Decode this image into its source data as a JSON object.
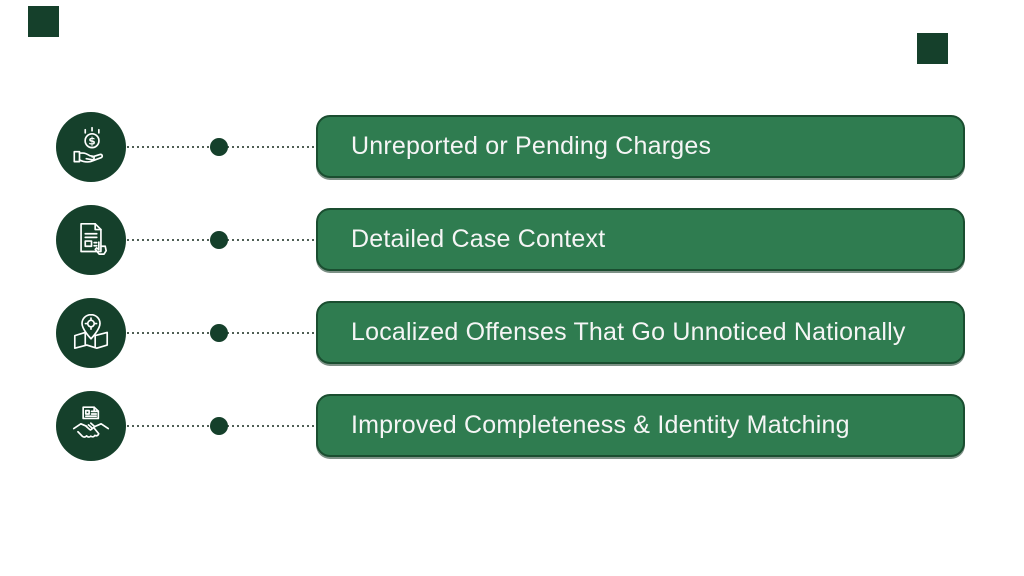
{
  "colors": {
    "dark_green": "#15402b",
    "bar_fill": "#2f7c50",
    "bar_border": "#1a4e30",
    "bar_text": "#f5f5f5",
    "connector": "#4f5f55",
    "background": "#ffffff"
  },
  "decor": {
    "top_left_square": "dark-green-square",
    "top_right_square": "dark-green-square"
  },
  "rows": [
    {
      "icon": "coin-in-hand-icon",
      "label": "Unreported or Pending Charges"
    },
    {
      "icon": "document-report-icon",
      "label": "Detailed Case Context"
    },
    {
      "icon": "map-location-pin-icon",
      "label": "Localized Offenses That Go Unnoticed Nationally"
    },
    {
      "icon": "handshake-document-icon",
      "label": "Improved Completeness & Identity Matching"
    }
  ]
}
